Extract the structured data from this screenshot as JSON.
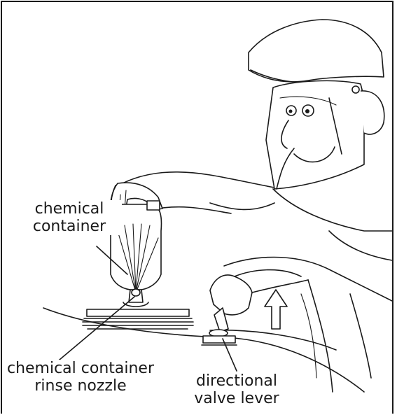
{
  "labels": {
    "chemical_container": {
      "line1": "chemical",
      "line2": "container"
    },
    "rinse_nozzle": {
      "line1": "chemical container",
      "line2": "rinse nozzle"
    },
    "valve_lever": {
      "line1": "directional",
      "line2": "valve lever"
    }
  },
  "colors": {
    "ink": "#1a1a1a",
    "background": "#ffffff"
  }
}
